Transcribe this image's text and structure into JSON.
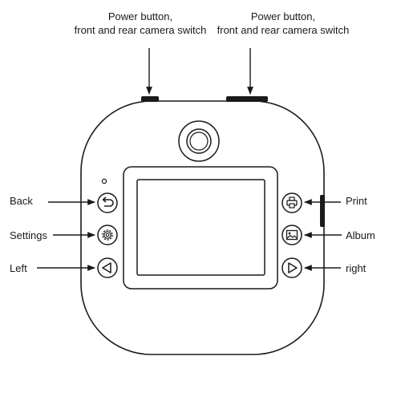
{
  "callouts": {
    "top_left": {
      "line1": "Power button,",
      "line2": "front and rear camera switch"
    },
    "top_right": {
      "line1": "Power button,",
      "line2": "front and rear camera switch"
    },
    "back": "Back",
    "settings": "Settings",
    "left": "Left",
    "print": "Print",
    "album": "Album",
    "right": "right"
  },
  "icons": {
    "back": "undo-arrow-icon",
    "settings": "gear-icon",
    "left": "triangle-left-icon",
    "print": "printer-icon",
    "album": "photo-icon",
    "right": "triangle-right-icon"
  },
  "colors": {
    "stroke": "#1a1a1a",
    "background": "#ffffff"
  }
}
